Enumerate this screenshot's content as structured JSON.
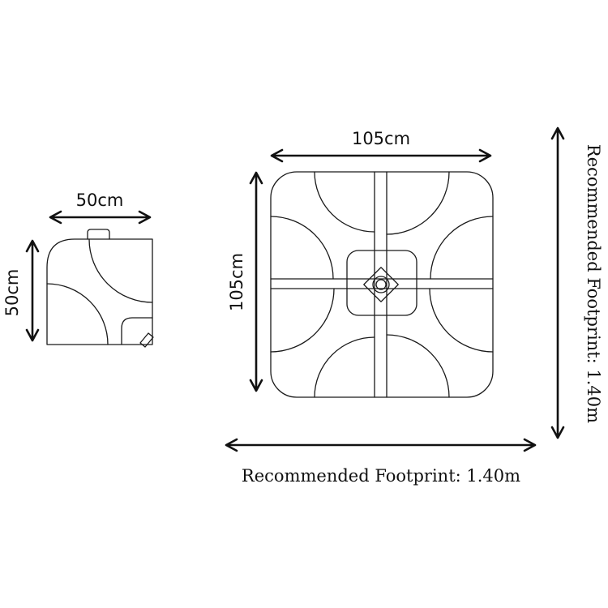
{
  "small_base": {
    "width_label": "50cm",
    "height_label": "50cm"
  },
  "large_base": {
    "width_label": "105cm",
    "height_label": "105cm"
  },
  "footprint": {
    "horizontal_label": "Recommended Footprint: 1.40m",
    "vertical_label": "Recommended Footprint: 1.40m"
  }
}
